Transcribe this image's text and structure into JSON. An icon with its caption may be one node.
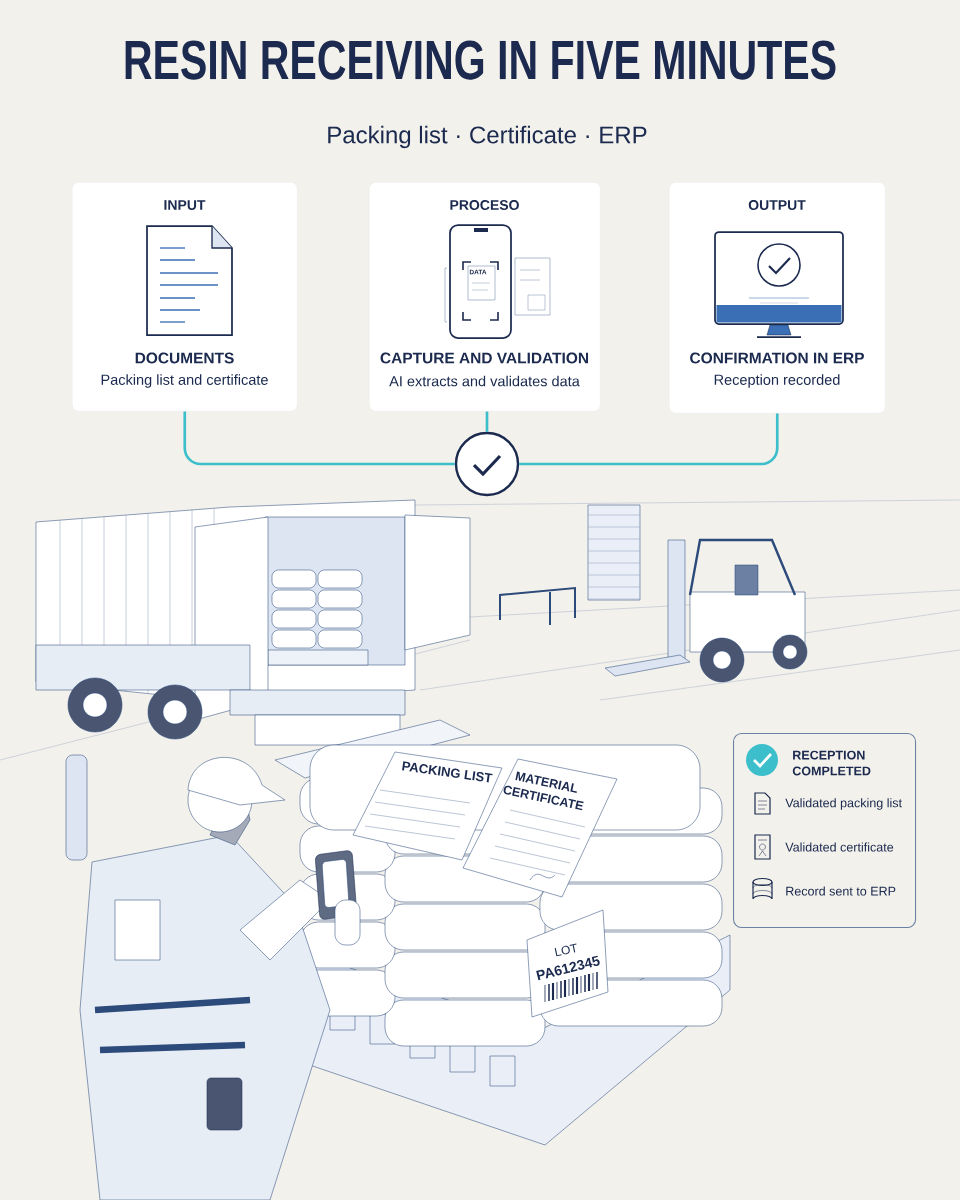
{
  "diagram": {
    "title": "RESIN RECEIVING IN FIVE MINUTES",
    "nodes": [
      {
        "text": [
          "INPUT",
          "DOCUMENTS",
          "Packing list and certificate"
        ]
      },
      {
        "text": [
          "PROCESO",
          "CAPTURE AND VALIDATION",
          "AI extracts and validates data"
        ]
      },
      {
        "text": [
          "OUTPUT",
          "CONFIRMATION IN ERP",
          "Reception recorded"
        ]
      },
      {
        "text": [],
        "shape": "circle"
      },
      {
        "text": [
          "RECEPTION COMPLETED",
          "Validated packing list",
          "Validated certificate",
          "Record sent to ERP"
        ]
      }
    ],
    "edges": [
      {
        "from": 0,
        "to": 3,
        "arrow": "none"
      },
      {
        "from": 1,
        "to": 3,
        "arrow": "none"
      },
      {
        "from": 2,
        "to": 3,
        "arrow": "none"
      }
    ],
    "labels": [
      "Packing list · Certificate · ERP",
      "DATA",
      "PACKING LIST",
      "MATERIAL CERTIFICATE",
      "LOT",
      "PA612345"
    ]
  }
}
